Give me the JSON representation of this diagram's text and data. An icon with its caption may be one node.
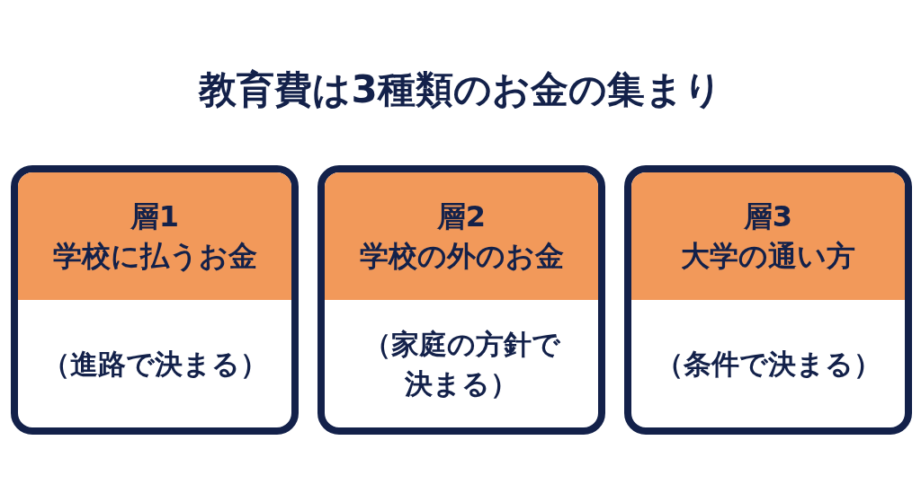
{
  "diagram": {
    "title": "教育費は3種類のお金の集まり",
    "nodes": [
      {
        "text": [
          "層1",
          "学校に払うお金",
          "（進路で決まる）"
        ]
      },
      {
        "text": [
          "層2",
          "学校の外のお金",
          "（家庭の方針で決まる）"
        ]
      },
      {
        "text": [
          "層3",
          "大学の通い方",
          "（条件で決まる）"
        ]
      }
    ]
  }
}
